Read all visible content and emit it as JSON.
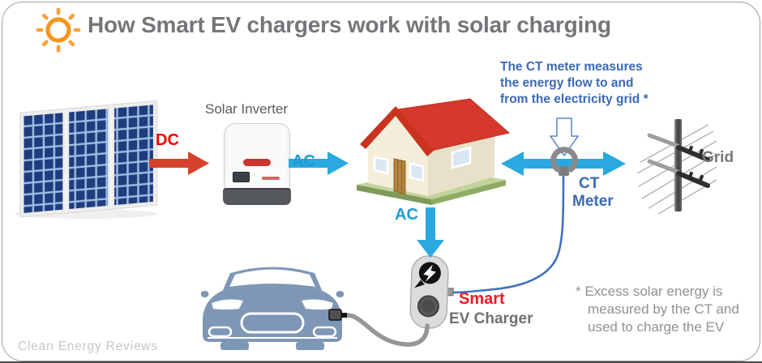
{
  "title": "How Smart EV chargers work with solar charging",
  "labels": {
    "solar_inverter": "Solar Inverter",
    "dc": "DC",
    "ac_inverter_to_house": "AC",
    "ac_house_to_charger": "AC",
    "ct_meter": [
      "CT",
      "Meter"
    ],
    "grid": "Grid",
    "smart": "Smart",
    "ev_charger": "EV Charger"
  },
  "annotations": {
    "ct_note_lines": [
      "The CT meter measures",
      "the energy flow to and",
      "from the electricity grid *"
    ],
    "footnote_lines": [
      "* Excess solar energy is",
      "measured by the CT and",
      "used to charge the EV"
    ],
    "watermark": "Clean Energy Reviews"
  },
  "icons": {
    "sun": "sun-icon",
    "solar_panel": "solar-panel-graphic",
    "inverter": "solar-inverter-graphic",
    "house": "house-graphic",
    "grid_pole": "power-pole-icon",
    "ct_clamp": "ct-clamp-icon",
    "pointer_arrow": "pointer-down-arrow-icon",
    "ev_charger": "ev-charger-graphic",
    "car": "ev-car-graphic"
  },
  "colors": {
    "title_gray": "#75767A",
    "arrow_cyan": "#29A9E0",
    "arrow_red": "#D4422B",
    "label_red": "#F40000",
    "smart_red": "#EC1C24",
    "label_blue_bright": "#1E9BD7",
    "note_blue": "#3A69B5",
    "wire_blue": "#4170C0",
    "cable_gray": "#969696",
    "footnote_gray": "#8F9193",
    "watermark_gray": "#C5C7C8",
    "sun_orange": "#F7941E",
    "house_roof_red": "#D6392B",
    "panel_cell_blue": "#1F3C7D"
  }
}
